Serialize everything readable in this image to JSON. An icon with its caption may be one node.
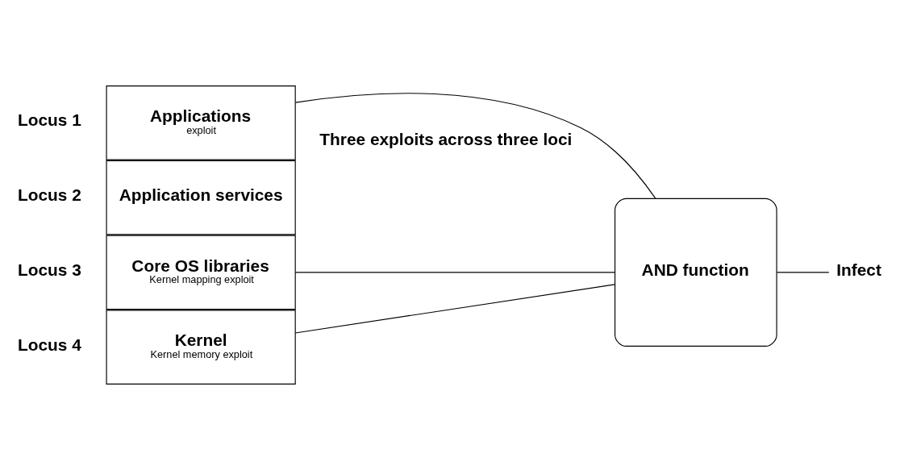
{
  "diagram": {
    "nodes": [
      {
        "text": [
          "Applications",
          "exploit"
        ],
        "beside": [
          "Locus 1"
        ]
      },
      {
        "text": [
          "Application services"
        ],
        "beside": [
          "Locus 2"
        ]
      },
      {
        "text": [
          "Core OS libraries",
          "Kernel mapping exploit"
        ],
        "beside": [
          "Locus 3"
        ]
      },
      {
        "text": [
          "Kernel",
          "Kernel memory exploit"
        ],
        "beside": [
          "Locus 4"
        ]
      },
      {
        "text": [
          "AND function"
        ]
      },
      {
        "text": [
          "Infect"
        ]
      }
    ],
    "edges": [
      {
        "from": 0,
        "to": 4,
        "arrow": "none"
      },
      {
        "from": 2,
        "to": 4,
        "arrow": "none"
      },
      {
        "from": 3,
        "to": 4,
        "arrow": "none"
      },
      {
        "from": 4,
        "to": 5,
        "arrow": "none"
      }
    ],
    "labels": [
      "Three exploits across three loci"
    ]
  }
}
